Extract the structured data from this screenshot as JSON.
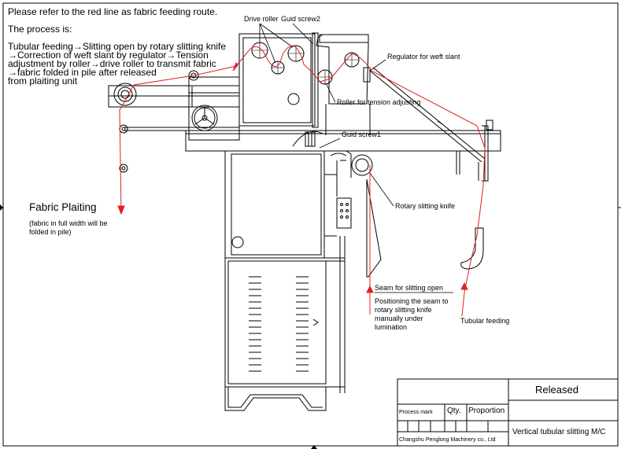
{
  "intro": {
    "line1": "Please refer to the red line as fabric feeding route.",
    "line2": "The process is:",
    "steps": [
      "Tubular feeding→Slitting open by rotary slitting knife",
      "→Correction of weft slant by regulator→Tension",
      "adjustment by roller→drive roller to transmit fabric",
      "→fabric folded in pile after released",
      "from plaiting unit"
    ]
  },
  "labels": {
    "drive_roller": "Drive roller",
    "guid_screw2": "Guid screw2",
    "regulator": "Regulator for weft slant",
    "tension_roller": "Roller for tension adjusting",
    "guid_screw1": "Guid screw1",
    "rotary_knife": "Rotary slitting knife",
    "fabric_plaiting": "Fabric Plaiting",
    "plaiting_note": "(fabric in full width will be folded in pile)",
    "seam": "Seam for slitting open",
    "seam_note": "Positioning the seam to rotary slitting knife manually under lumination",
    "tubular_feeding": "Tubular feeding"
  },
  "title_block": {
    "status": "Released",
    "process_mark": "Process mark",
    "qty": "Qty.",
    "proportion": "Proportion",
    "company": "Changshu Penglong Machinery co., Ltd",
    "drawing_title": "Vertical tubular slitting M/C"
  },
  "colors": {
    "route": "#e02020",
    "ink": "#000000"
  }
}
